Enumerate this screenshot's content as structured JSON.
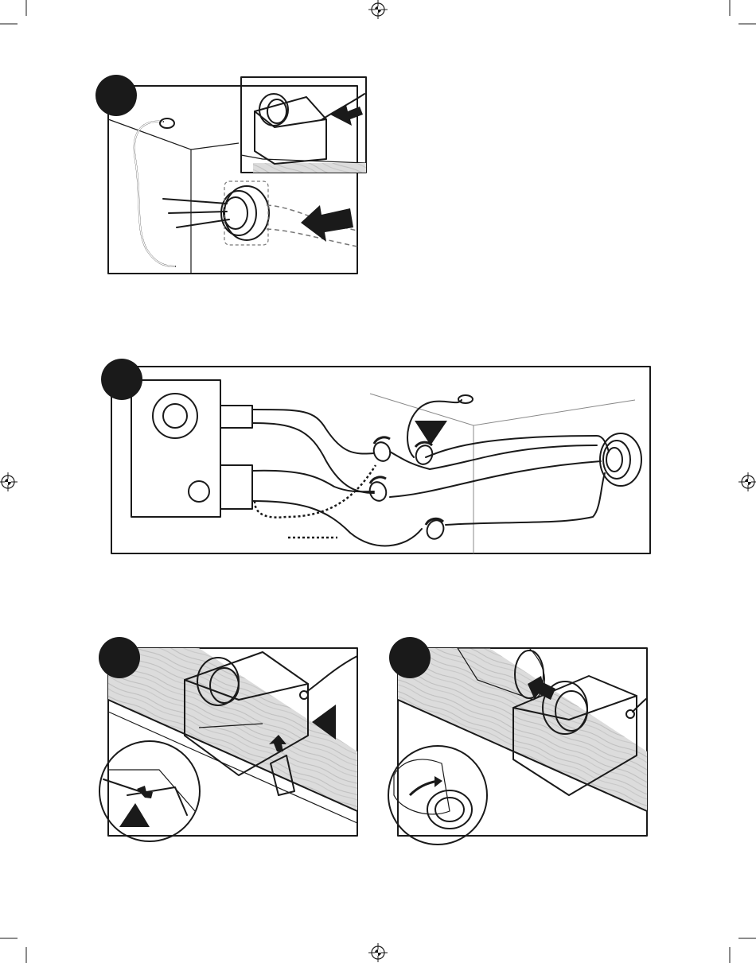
{
  "page": {
    "background": "#ffffff",
    "panel_gray": "#e6e6e6",
    "ink": "#1a1a1a",
    "icons": [
      "registration-mark-icon",
      "step-badge-icon",
      "arrow-icon",
      "triangle-pointer-icon"
    ]
  },
  "figures": [
    {
      "name": "figure-1",
      "description_icons": [
        "cable-clamp-icon",
        "electrical-box-icon",
        "duct-collar-icon"
      ]
    },
    {
      "name": "figure-2",
      "description_icons": [
        "wire-nut-icon",
        "junction-box-icon"
      ]
    },
    {
      "name": "figure-3",
      "description_icons": [
        "screw-icon",
        "mounting-bracket-icon"
      ]
    },
    {
      "name": "figure-4",
      "description_icons": [
        "flex-duct-icon",
        "duct-clamp-icon"
      ]
    }
  ]
}
